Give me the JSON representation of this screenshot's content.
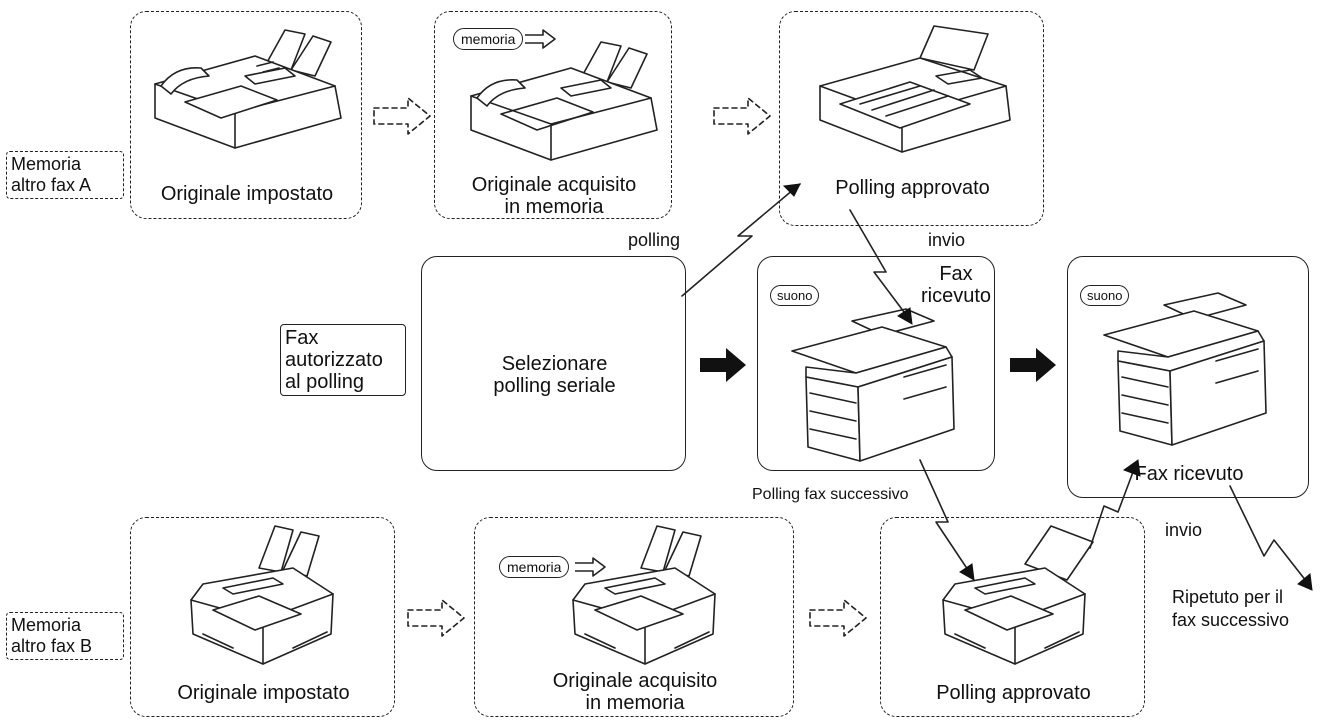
{
  "top_row": {
    "side_label": [
      "Memoria",
      "altro fax A"
    ],
    "step1": "Originale impostato",
    "step2": [
      "Originale acquisito",
      "in memoria"
    ],
    "step3": "Polling approvato",
    "memory_tag": "memoria"
  },
  "bottom_row": {
    "side_label": [
      "Memoria",
      "altro fax B"
    ],
    "step1": "Originale impostato",
    "step2": [
      "Originale acquisito",
      "in memoria"
    ],
    "step3": "Polling approvato",
    "memory_tag": "memoria"
  },
  "middle_row": {
    "side_label": [
      "Fax",
      "autorizzato",
      "al polling"
    ],
    "select_box": [
      "Selezionare",
      "polling seriale"
    ],
    "received_1": [
      "Fax",
      "ricevuto"
    ],
    "received_2": "Fax ricevuto",
    "sound_1": "suono",
    "sound_2": "suono"
  },
  "signals": {
    "polling": "polling",
    "invio_top": "invio",
    "invio_bottom": "invio",
    "next_poll": "Polling fax successivo",
    "repeat": [
      "Ripetuto per il",
      "fax successivo"
    ]
  }
}
